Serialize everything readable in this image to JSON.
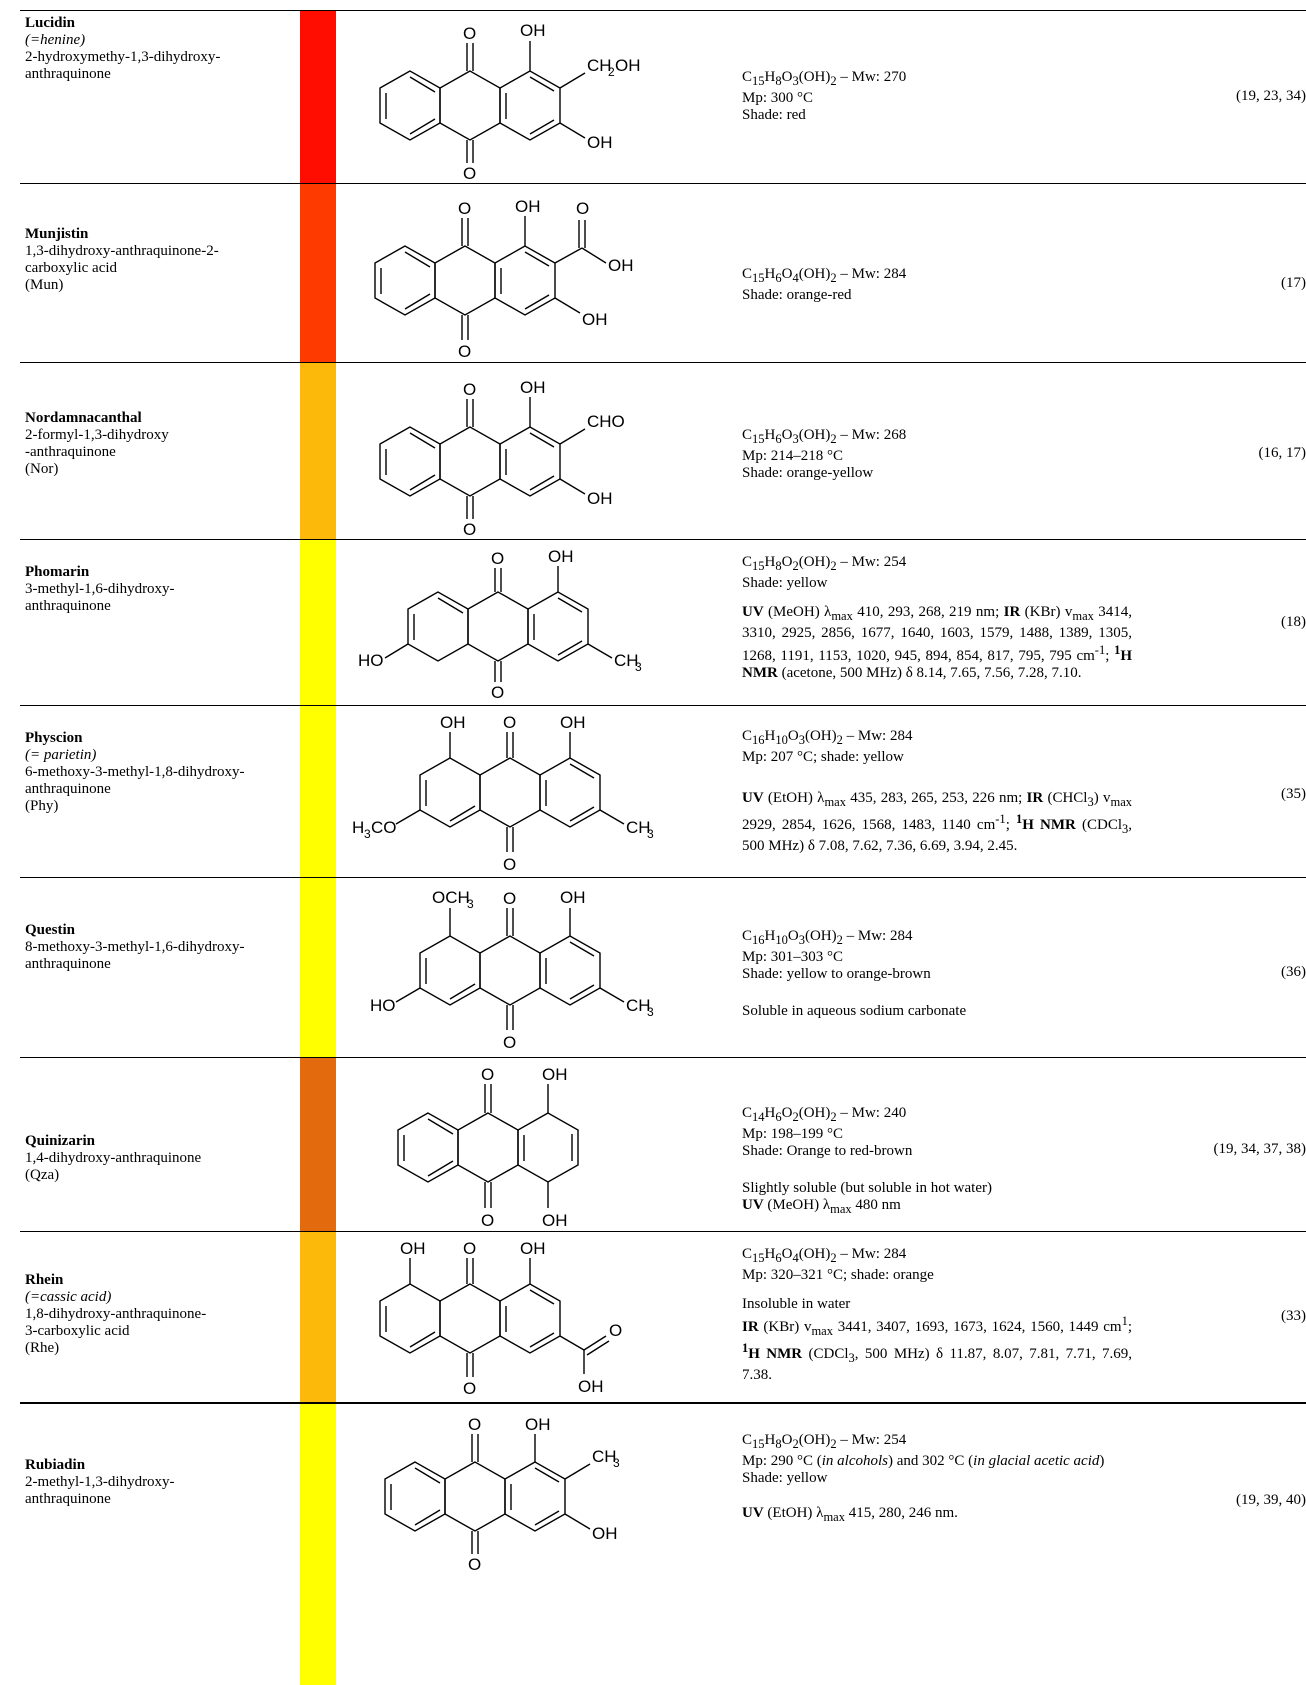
{
  "colors": {
    "lucidin": "#ff0d00",
    "munjistin": "#ff3a00",
    "nordamnacanthal": "#fdb90a",
    "phomarin": "#ffff00",
    "physcion": "#ffff00",
    "questin": "#ffff00",
    "quinizarin": "#e36b0d",
    "rhein": "#fdb90a",
    "rubiadin": "#ffff00"
  },
  "rows": [
    {
      "name": "Lucidin",
      "synonym": "(=henine)",
      "desc": [
        "2-hydroxymethy-1,3-dihydroxy-",
        "anthraquinone"
      ],
      "formula_pre": "C",
      "f1": "15",
      "f2": "H",
      "f3": "8",
      "f4": "O",
      "f5": "3",
      "f6": "(OH)",
      "f7": "2",
      "mw": " – Mw:  270",
      "mp": "Mp: 300 °C",
      "shade": "Shade:  red",
      "ref": "(19, 23, 34)"
    },
    {
      "name": "Munjistin",
      "desc": [
        "1,3-dihydroxy-anthraquinone-2-",
        "carboxylic acid",
        "(Mun)"
      ],
      "formula_pre": "C",
      "f1": "15",
      "f2": "H",
      "f3": "6",
      "f4": "O",
      "f5": "4",
      "f6": "(OH)",
      "f7": "2",
      "mw": " – Mw:  284",
      "shade": "Shade: orange-red",
      "ref": "(17)"
    },
    {
      "name": "Nordamnacanthal",
      "desc": [
        "2-formyl-1,3-dihydroxy",
        "-anthraquinone",
        "(Nor)"
      ],
      "formula_pre": "C",
      "f1": "15",
      "f2": "H",
      "f3": "6",
      "f4": "O",
      "f5": "3",
      "f6": "(OH)",
      "f7": "2",
      "mw": " – Mw:  268",
      "mp": "Mp: 214–218 °C",
      "shade": "Shade: orange-yellow",
      "ref": "(16, 17)"
    },
    {
      "name": "Phomarin",
      "desc": [
        "3-methyl-1,6-dihydroxy-",
        "anthraquinone"
      ],
      "formula_pre": "C",
      "f1": "15",
      "f2": "H",
      "f3": "8",
      "f4": "O",
      "f5": "2",
      "f6": "(OH)",
      "f7": "2",
      "mw": " – Mw: 254",
      "shade": "Shade: yellow",
      "spec_a": "UV",
      "spec_b": " (MeOH) λ",
      "spec_c": "max",
      "spec_d": " 410, 293, 268, 219 nm; ",
      "spec_e": "IR",
      "spec_f": " (KBr) v",
      "spec_g": "max",
      "spec_h": " 3414, 3310, 2925, 2856, 1677, 1640, 1603, 1579, 1488, 1389, 1305, 1268, 1191, 1153, 1020, 945, 894, 854, 817, 795, 795 cm",
      "spec_i": "-1",
      "spec_j": "; ",
      "spec_k": "1",
      "spec_l": "H NMR",
      "spec_m": " (acetone, 500 MHz) δ 8.14, 7.65, 7.56, 7.28, 7.10.",
      "ref": "(18)"
    },
    {
      "name": "Physcion",
      "synonym": "(= parietin)",
      "desc": [
        "6-methoxy-3-methyl-1,8-dihydroxy-",
        "anthraquinone",
        "(Phy)"
      ],
      "formula_pre": "C",
      "f1": "16",
      "f2": "H",
      "f3": "10",
      "f4": "O",
      "f5": "3",
      "f6": "(OH)",
      "f7": "2",
      "mw": " – Mw:  284",
      "mp": "Mp: 207 °C; shade:  yellow",
      "spec_a": "UV",
      "spec_b": " (EtOH) λ",
      "spec_c": "max",
      "spec_d": " 435, 283, 265, 253, 226 nm; ",
      "spec_e": "IR",
      "spec_f": " (CHCl",
      "spec_f2": "3",
      "spec_f3": ") v",
      "spec_g": "max",
      "spec_h": " 2929, 2854, 1626, 1568, 1483, 1140 cm",
      "spec_i": "-1",
      "spec_j": "; ",
      "spec_k": "1",
      "spec_l": "H NMR",
      "spec_m": " (CDCl",
      "spec_m2": "3",
      "spec_m3": ", 500 MHz) δ 7.08, 7.62, 7.36, 6.69, 3.94, 2.45.",
      "ref": "(35)"
    },
    {
      "name": "Questin",
      "desc": [
        "8-methoxy-3-methyl-1,6-dihydroxy-",
        "anthraquinone"
      ],
      "formula_pre": "C",
      "f1": "16",
      "f2": "H",
      "f3": "10",
      "f4": "O",
      "f5": "3",
      "f6": "(OH)",
      "f7": "2",
      "mw": " – Mw:  284",
      "mp": "Mp: 301–303 °C",
      "shade": "Shade: yellow to orange-brown",
      "note": "Soluble in aqueous sodium carbonate",
      "ref": "(36)"
    },
    {
      "name": "Quinizarin",
      "desc": [
        "1,4-dihydroxy-anthraquinone",
        "(Qza)"
      ],
      "formula_pre": "C",
      "f1": "14",
      "f2": "H",
      "f3": "6",
      "f4": "O",
      "f5": "2",
      "f6": "(OH)",
      "f7": "2",
      "mw": " – Mw:  240",
      "mp": "Mp: 198–199 °C",
      "shade": "Shade: Orange to red-brown",
      "note": "Slightly soluble (but soluble in hot water)",
      "spec_a": "UV",
      "spec_b": " (MeOH) λ",
      "spec_c": "max",
      "spec_d": " 480 nm",
      "ref": "(19, 34, 37, 38)"
    },
    {
      "name": "Rhein",
      "synonym": "(=cassic acid)",
      "desc": [
        "1,8-dihydroxy-anthraquinone-",
        "3-carboxylic acid",
        "(Rhe)"
      ],
      "formula_pre": "C",
      "f1": "15",
      "f2": "H",
      "f3": "6",
      "f4": "O",
      "f5": "4",
      "f6": "(OH)",
      "f7": "2",
      "mw": " – Mw:  284",
      "mp": "Mp: 320–321 °C; shade: orange",
      "note": "Insoluble in water",
      "spec_e": "IR",
      "spec_f": " (KBr) v",
      "spec_g": "max",
      "spec_h": " 3441, 3407, 1693, 1673, 1624, 1560, 1449 cm",
      "spec_i": "1",
      "spec_j": "; ",
      "spec_k": "1",
      "spec_l": "H NMR",
      "spec_m": " (CDCl",
      "spec_m2": "3",
      "spec_m3": ", 500 MHz) δ 11.87, 8.07, 7.81, 7.71, 7.69, 7.38.",
      "ref": "(33)"
    },
    {
      "name": "Rubiadin",
      "desc": [
        "2-methyl-1,3-dihydroxy-",
        "anthraquinone"
      ],
      "formula_pre": "C",
      "f1": "15",
      "f2": "H",
      "f3": "8",
      "f4": "O",
      "f5": "2",
      "f6": "(OH)",
      "f7": "2",
      "mw": " – Mw: 254",
      "mp_a": "Mp: 290 °C (",
      "mp_b": "in alcohols",
      "mp_c": ") and 302 °C (",
      "mp_d": "in glacial acetic acid",
      "mp_e": ")",
      "shade": "Shade:  yellow",
      "spec_a": "UV",
      "spec_b": " (EtOH) λ",
      "spec_c": "max",
      "spec_d": " 415, 280, 246 nm.",
      "ref": "(19, 39, 40)"
    }
  ],
  "labels": {
    "O": "O",
    "OH": "OH",
    "HO": "HO",
    "CH2OH_a": "CH",
    "CH2OH_b": "2",
    "CH2OH_c": "OH",
    "CHO": "CHO",
    "CH3_a": "CH",
    "CH3_b": "3",
    "H3CO_a": "H",
    "H3CO_b": "3",
    "H3CO_c": "CO",
    "OCH3_a": "OCH",
    "OCH3_b": "3"
  }
}
